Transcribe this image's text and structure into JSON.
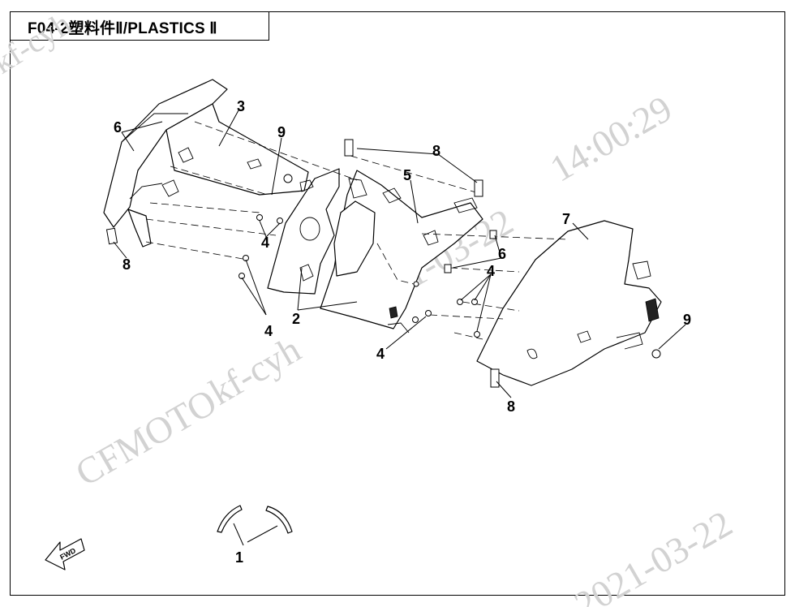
{
  "header": {
    "title": "F04-2塑料件Ⅱ/PLASTICS Ⅱ"
  },
  "watermarks": {
    "user": "kf-cyh",
    "brand": "CFMOTO",
    "time": "14:00:29",
    "date": "2021-03-22"
  },
  "callouts": {
    "c1": "1",
    "c2": "2",
    "c3": "3",
    "c4a": "4",
    "c4b": "4",
    "c4c": "4",
    "c4d": "4",
    "c5": "5",
    "c6a": "6",
    "c6b": "6",
    "c7": "7",
    "c8a": "8",
    "c8b": "8",
    "c8c": "8",
    "c9a": "9",
    "c9b": "9"
  },
  "fwd_label": "FWD"
}
